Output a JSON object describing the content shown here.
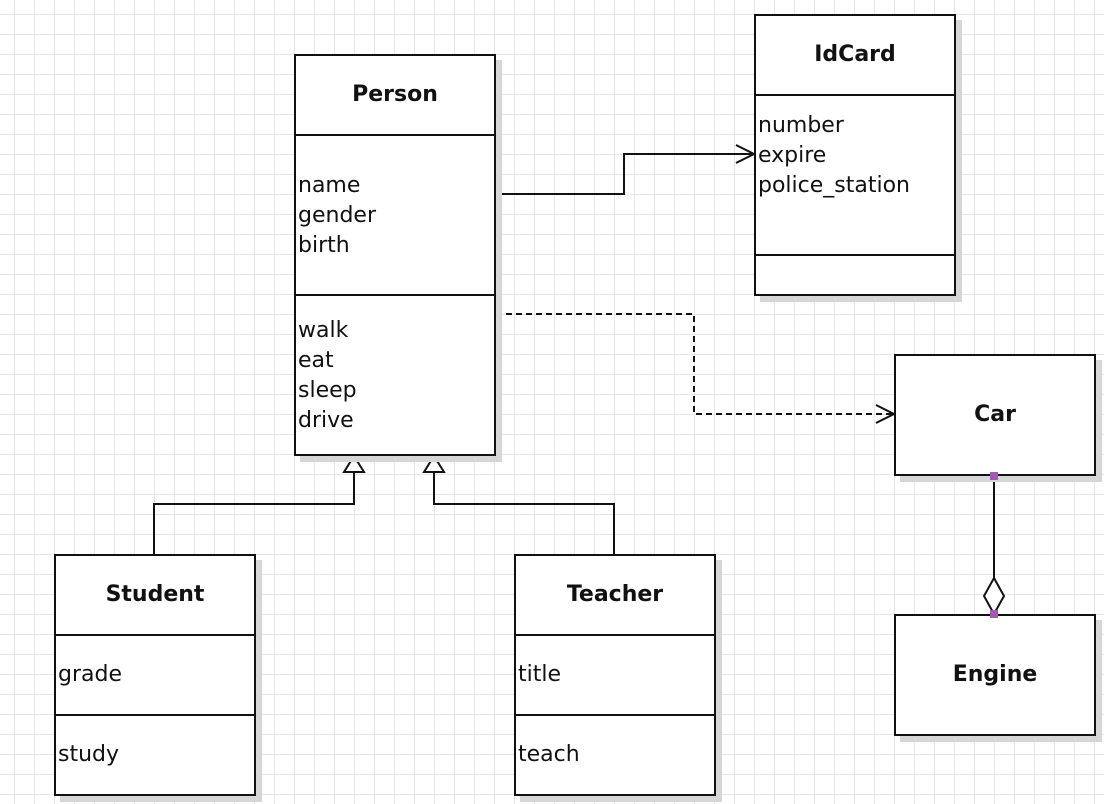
{
  "classes": {
    "person": {
      "name": "Person",
      "attributes": [
        "name",
        "gender",
        "birth"
      ],
      "operations": [
        "walk",
        "eat",
        "sleep",
        "drive"
      ]
    },
    "idcard": {
      "name": "IdCard",
      "attributes": [
        "number",
        "expire",
        "police_station"
      ],
      "operations": []
    },
    "student": {
      "name": "Student",
      "attributes": [
        "grade"
      ],
      "operations": [
        "study"
      ]
    },
    "teacher": {
      "name": "Teacher",
      "attributes": [
        "title"
      ],
      "operations": [
        "teach"
      ]
    },
    "car": {
      "name": "Car"
    },
    "engine": {
      "name": "Engine"
    }
  },
  "relations": [
    {
      "type": "association",
      "from": "Person",
      "to": "IdCard"
    },
    {
      "type": "dependency",
      "from": "Person",
      "to": "Car"
    },
    {
      "type": "generalization",
      "from": "Student",
      "to": "Person"
    },
    {
      "type": "generalization",
      "from": "Teacher",
      "to": "Person"
    },
    {
      "type": "aggregation",
      "from": "Car",
      "to": "Engine"
    }
  ],
  "colors": {
    "line": "#111111",
    "grid": "#e6e6e6",
    "handle": "#a05ab4",
    "shadow": "#d6d6d6"
  }
}
